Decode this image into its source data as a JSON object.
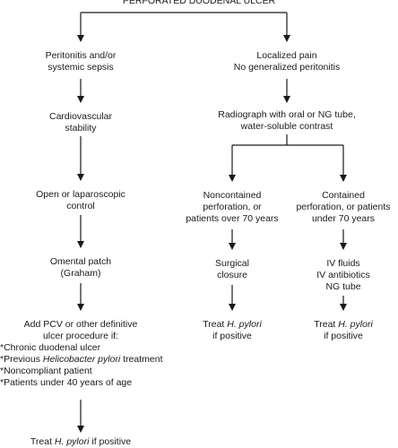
{
  "title": "PERFORATED DUODENAL ULCER",
  "nodes": {
    "peritonitis": {
      "line1": "Peritonitis and/or",
      "line2": "systemic sepsis"
    },
    "localized": {
      "line1": "Localized pain",
      "line2": "No generalized peritonitis"
    },
    "cardio": {
      "line1": "Cardiovascular",
      "line2": "stability"
    },
    "radiograph": {
      "line1": "Radiograph with oral or NG tube,",
      "line2": "water-soluble contrast"
    },
    "open_control": {
      "line1": "Open or laparoscopic",
      "line2": "control"
    },
    "noncontained": {
      "line1": "Noncontained",
      "line2": "perforation, or",
      "line3": "patients over 70 years"
    },
    "contained": {
      "line1": "Contained",
      "line2": "perforation, or patients",
      "line3": "under 70 years"
    },
    "omental": {
      "line1": "Omental patch",
      "line2": "(Graham)"
    },
    "surgical": {
      "line1": "Surgical",
      "line2": "closure"
    },
    "iv": {
      "line1": "IV fluids",
      "line2": "IV antibiotics",
      "line3": "NG tube"
    },
    "pcv": {
      "line1": "Add PCV or other definitive",
      "line2": "ulcer procedure if:",
      "item1": "*Chronic duodenal ulcer",
      "item2_pre": "*Previous ",
      "item2_em": "Helicobacter pylori",
      "item2_post": " treatment",
      "item3": "*Noncompliant patient",
      "item4": "*Patients under 40 years of age"
    },
    "treat_mid": {
      "pre": "Treat ",
      "em": "H. pylori",
      "line2": "if positive"
    },
    "treat_right": {
      "pre": "Treat ",
      "em": "H. pylori",
      "line2": "if positive"
    },
    "treat_left": {
      "pre": "Treat ",
      "em": "H. pylori",
      "post": " if positive"
    }
  }
}
